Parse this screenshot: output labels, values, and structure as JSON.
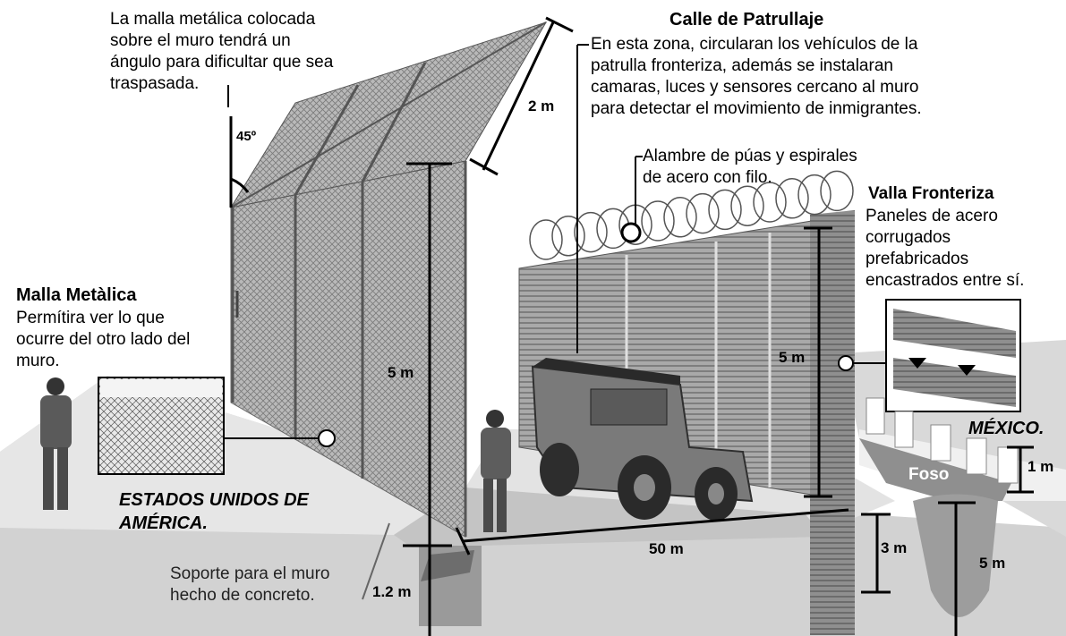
{
  "labels": {
    "malla_angulo": [
      "La malla metálica colocada",
      "sobre el muro tendrá un",
      "ángulo para dificultar que sea",
      "traspasada."
    ],
    "angulo": "45º",
    "calle_title": "Calle de Patrullaje",
    "calle_desc": [
      "En esta zona, circularan los vehículos de la",
      "patrulla fronteriza, además se instalaran",
      "camaras, luces y sensores cercano al muro",
      "para detectar el movimiento de inmigrantes."
    ],
    "alambre": [
      "Alambre de púas y espirales",
      "de acero con filo."
    ],
    "valla_title": "Valla Fronteriza",
    "valla_desc": [
      "Paneles de acero",
      "corrugados",
      "prefabricados",
      "encastrados entre sí."
    ],
    "malla_title": "Malla Metàlica",
    "malla_desc": [
      "Permítira ver lo que",
      "ocurre del otro lado del",
      "muro."
    ],
    "usa": [
      "ESTADOS UNIDOS DE",
      "AMÉRICA."
    ],
    "mexico": "MÉXICO.",
    "soporte": [
      "Soporte para el muro",
      "hecho de concreto."
    ],
    "foso": "Foso"
  },
  "dimensions": {
    "d_2m": "2 m",
    "d_5m_mesh": "5 m",
    "d_5m_wall": "5 m",
    "d_50m": "50 m",
    "d_3m": "3 m",
    "d_1m": "1 m",
    "d_5m_foso": "5 m",
    "d_1_2m": "1.2 m"
  }
}
